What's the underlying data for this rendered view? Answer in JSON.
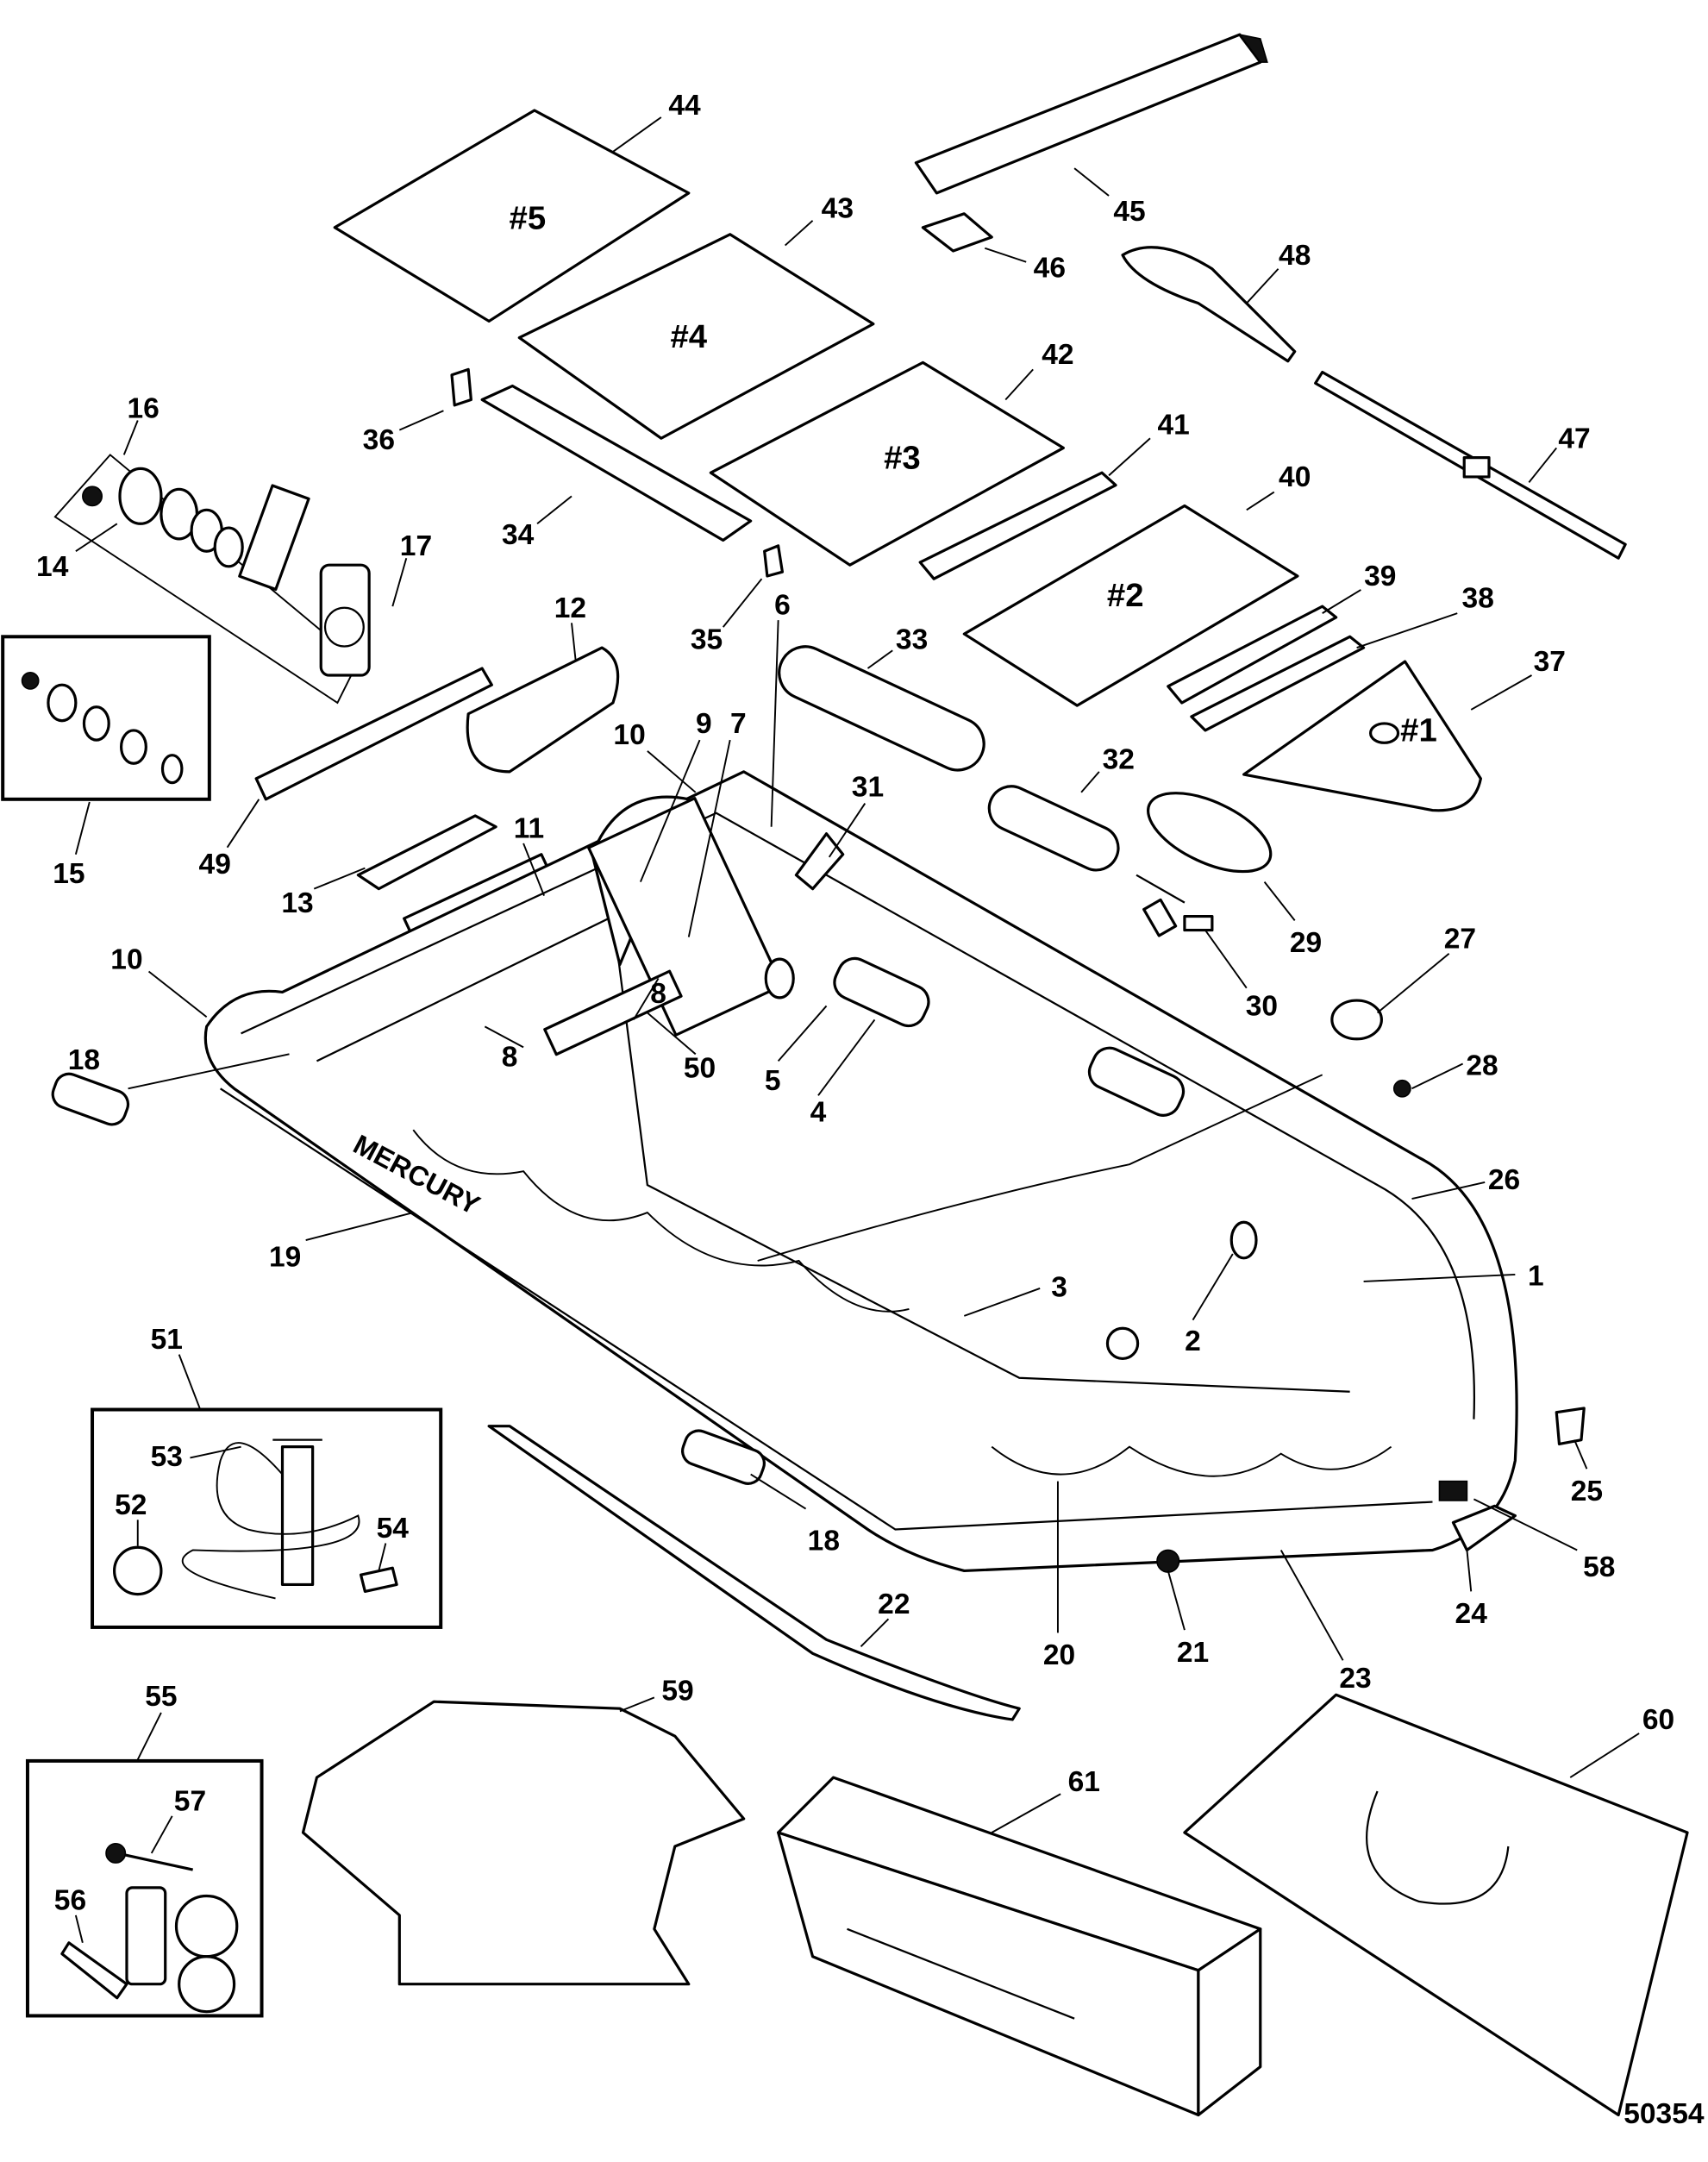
{
  "diagram": {
    "figure_number": "50354",
    "brand_on_hull": "MERCURY",
    "plates": {
      "p1": "#1",
      "p2": "#2",
      "p3": "#3",
      "p4": "#4",
      "p5": "#5"
    },
    "callouts": {
      "c1": "1",
      "c2": "2",
      "c3": "3",
      "c4": "4",
      "c5": "5",
      "c6": "6",
      "c7": "7",
      "c8a": "8",
      "c8b": "8",
      "c9": "9",
      "c10a": "10",
      "c10b": "10",
      "c11": "11",
      "c12": "12",
      "c13": "13",
      "c14": "14",
      "c15": "15",
      "c16": "16",
      "c17": "17",
      "c18a": "18",
      "c18b": "18",
      "c19": "19",
      "c20": "20",
      "c21": "21",
      "c22": "22",
      "c23": "23",
      "c24": "24",
      "c25": "25",
      "c26": "26",
      "c27": "27",
      "c28": "28",
      "c29": "29",
      "c30": "30",
      "c31": "31",
      "c32": "32",
      "c33": "33",
      "c34": "34",
      "c35": "35",
      "c36": "36",
      "c37": "37",
      "c38": "38",
      "c39": "39",
      "c40": "40",
      "c41": "41",
      "c42": "42",
      "c43": "43",
      "c44": "44",
      "c45": "45",
      "c46": "46",
      "c47": "47",
      "c48": "48",
      "c49": "49",
      "c50": "50",
      "c51": "51",
      "c52": "52",
      "c53": "53",
      "c54": "54",
      "c55": "55",
      "c56": "56",
      "c57": "57",
      "c58": "58",
      "c59": "59",
      "c60": "60",
      "c61": "61"
    }
  }
}
